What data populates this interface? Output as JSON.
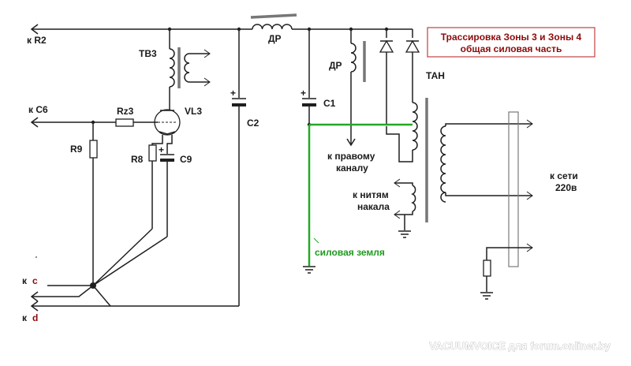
{
  "title_box": {
    "line1": "Трассировка Зоны 3 и Зоны 4",
    "line2": "общая силовая часть",
    "text_color": "#8b0a0a",
    "border_color": "#c04040"
  },
  "labels": {
    "to_r2": "к R2",
    "to_c6": "к C6",
    "to_c_prefix": "к",
    "to_c_letter": "c",
    "to_d_prefix": "к",
    "to_d_letter": "d",
    "tv3": "ТВ3",
    "vl3": "VL3",
    "rz3": "Rz3",
    "r9": "R9",
    "r8": "R8",
    "c9": "C9",
    "c2": "C2",
    "c1": "C1",
    "choke_top": "ДР",
    "choke_mid": "ДР",
    "tan": "ТАН",
    "right_channel_1": "к правому",
    "right_channel_2": "каналу",
    "heaters_1": "к нитям",
    "heaters_2": "накала",
    "mains_1": "к сети",
    "mains_2": "220в",
    "power_ground": "силовая земля"
  },
  "watermark": "VACUUMVOICE для forum.onliner.by",
  "colors": {
    "wire": "#1f1f1f",
    "ground_bus": "#22aa22",
    "core": "#777777"
  }
}
